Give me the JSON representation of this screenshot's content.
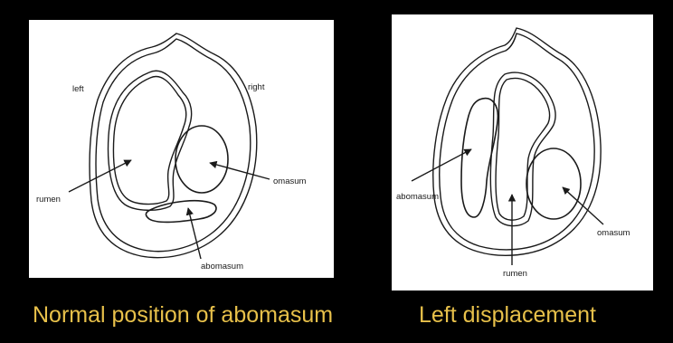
{
  "colors": {
    "background": "#000000",
    "panel": "#ffffff",
    "caption": "#e7c04a",
    "ink": "#1a1a1a"
  },
  "left_panel": {
    "labels": {
      "left": "left",
      "right": "right",
      "rumen": "rumen",
      "omasum": "omasum",
      "abomasum": "abomasum"
    },
    "caption": "Normal position of abomasum"
  },
  "right_panel": {
    "labels": {
      "abomasum": "abomasum",
      "rumen": "rumen",
      "omasum": "omasum"
    },
    "caption": "Left displacement"
  }
}
